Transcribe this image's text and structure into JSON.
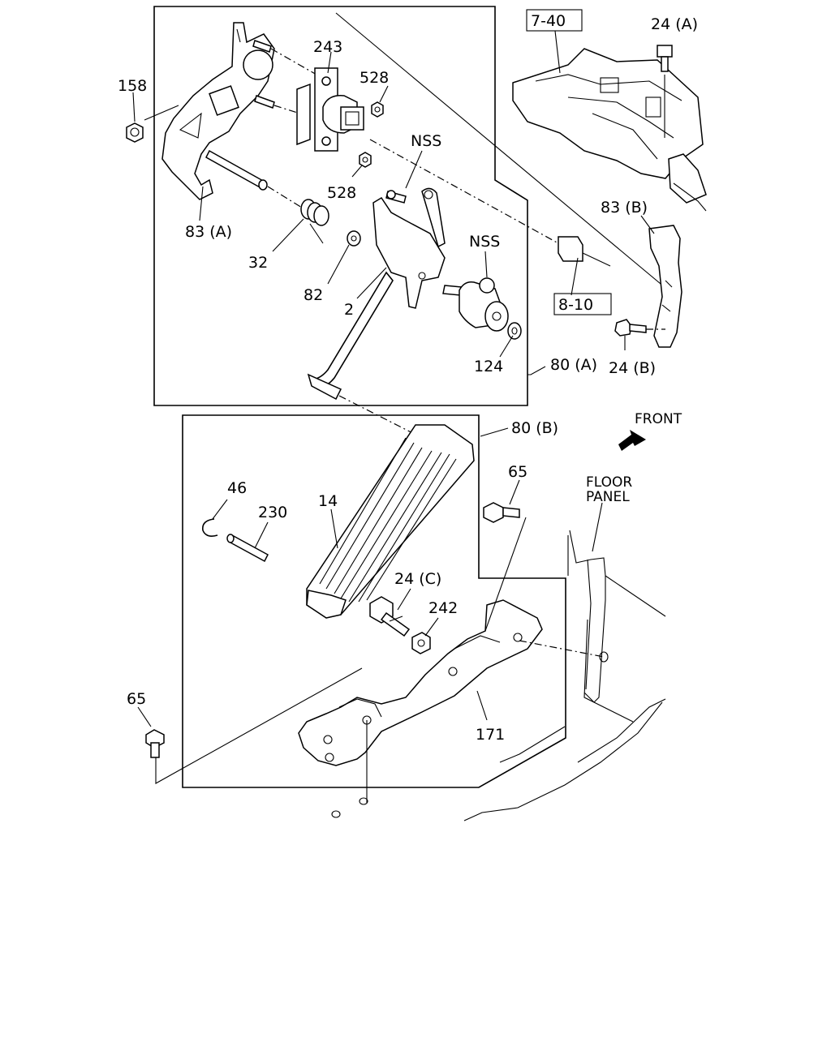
{
  "diagram": {
    "callouts": {
      "c158": "158",
      "c243": "243",
      "c528_top": "528",
      "c528_mid": "528",
      "c83a": "83 (A)",
      "c32": "32",
      "c82": "82",
      "c2": "2",
      "cnss1": "NSS",
      "cnss2": "NSS",
      "c124": "124",
      "c80a": "80 (A)",
      "c7_40": "7-40",
      "c24a": "24 (A)",
      "c83b": "83 (B)",
      "c8_10": "8-10",
      "c24b": "24 (B)",
      "c80b": "80 (B)",
      "c65_top": "65",
      "c46": "46",
      "c230": "230",
      "c14": "14",
      "c24c": "24 (C)",
      "c242": "242",
      "c65_left": "65",
      "c171": "171"
    },
    "front_label": "FRONT",
    "floor_panel_line1": "FLOOR",
    "floor_panel_line2": "PANEL"
  }
}
